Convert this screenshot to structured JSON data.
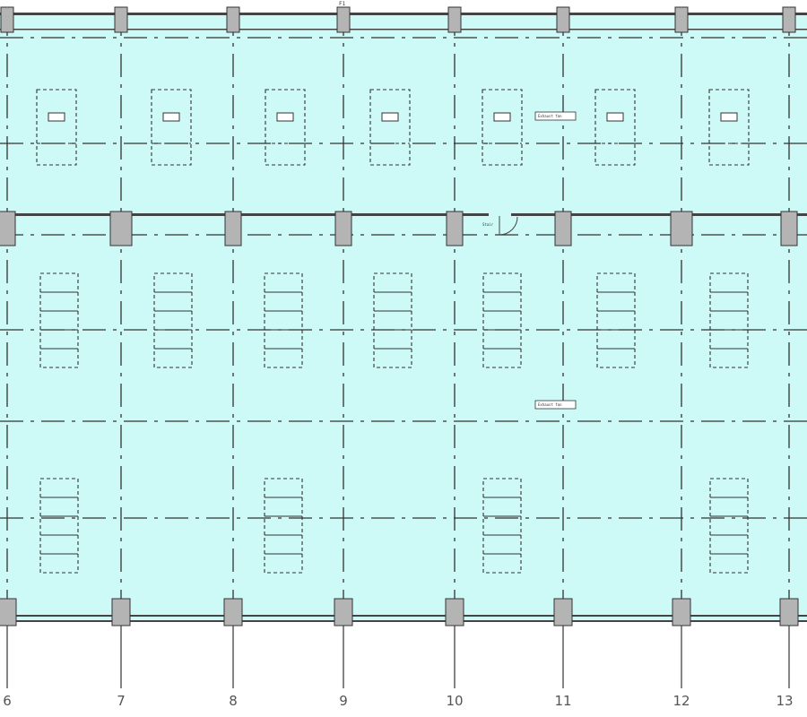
{
  "drawing": {
    "floor_fill": "#cdfaf6",
    "line_color": "#333333",
    "column_fill": "#b4b4b4",
    "grid_axes": [
      {
        "label": "6"
      },
      {
        "label": "7"
      },
      {
        "label": "8"
      },
      {
        "label": "9"
      },
      {
        "label": "10"
      },
      {
        "label": "11"
      },
      {
        "label": "12"
      },
      {
        "label": "13"
      }
    ],
    "marker_top": {
      "label": "F1"
    },
    "door_label": {
      "label": "Stair"
    },
    "tags": [
      {
        "label": "Exhaust fan"
      },
      {
        "label": "Exhaust fan"
      }
    ]
  }
}
